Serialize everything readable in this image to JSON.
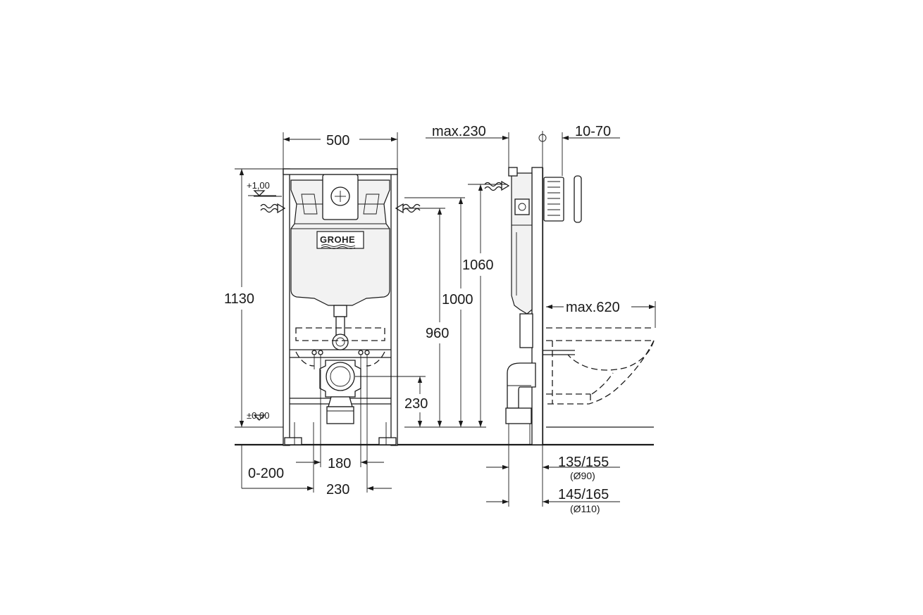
{
  "brand_logo": "GROHE",
  "front_view": {
    "width_top": "500",
    "height_total": "1130",
    "level_top": "+1,00",
    "level_floor": "±0,00",
    "height_1060": "1060",
    "height_1000": "1000",
    "height_960": "960",
    "height_230": "230",
    "offset_0_200": "0-200",
    "spacing_180": "180",
    "spacing_230": "230"
  },
  "side_view": {
    "max_230": "max.230",
    "range_10_70": "10-70",
    "max_620": "max.620",
    "dim_135_155": "135/155",
    "dia_90": "(Ø90)",
    "dim_145_165": "145/165",
    "dia_110": "(Ø110)"
  }
}
